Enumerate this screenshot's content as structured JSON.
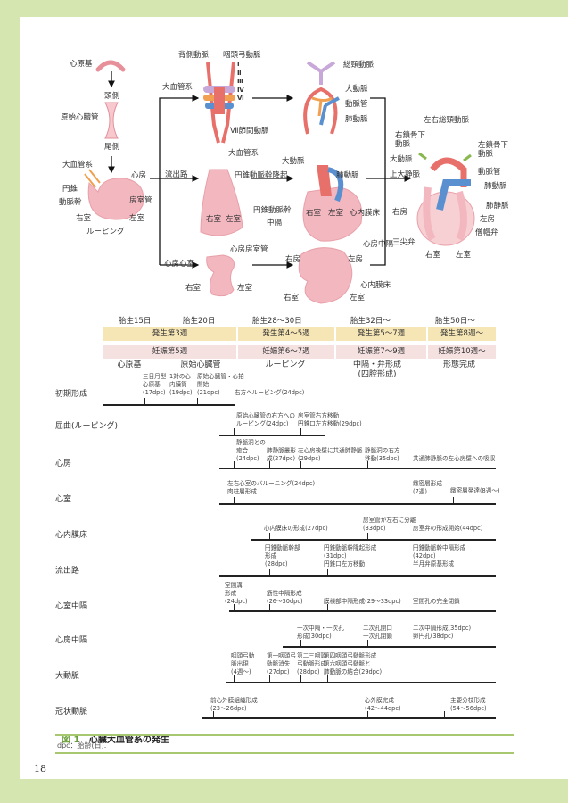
{
  "diagram": {
    "labels": {
      "shingenki": "心原基",
      "tousoku": "頭側",
      "genshi": "原始心臓管",
      "bisoku": "尾側",
      "daikekkan1": "大血管系",
      "shinbou1": "心房",
      "ensui1": "円錐",
      "doumyakukan1": "動脈幹",
      "boushitsukan1": "房室管",
      "ushitsu1": "右室",
      "sashitsu1": "左室",
      "looping": "ルーピング",
      "haisoku": "背側動脈",
      "intokyu": "咽頭弓動脈",
      "roman": "Ⅰ\nⅡ\nⅢ\nⅣ\nⅥ",
      "daikekkan2": "大血管系",
      "setsukan": "Ⅶ節間動脈",
      "soukei": "総頸動脈",
      "daidou1": "大動脈",
      "doumyakukan2": "動脈管",
      "haidou1": "肺動脈",
      "ryushutsuro": "流出路",
      "daikekkan3": "大血管系",
      "ryuki": "円錐動脈幹隆起",
      "daidou2": "大動脈",
      "haidou2": "肺動脈",
      "ensuidoumyakukan": "円錐動脈幹",
      "chukaku": "中隔",
      "ushitsu2": "右室",
      "sashitsu2": "左室",
      "ushitsu3": "右室",
      "sashitsu3": "左室",
      "naimaku1": "心内膜床",
      "shinbouboushitsukan": "心房房室管",
      "shinboushinshitsu": "心房心室",
      "ushitsu4": "右室",
      "sashitsu4": "左室",
      "ubou1": "右房",
      "shinbouchukaku": "心房中隔",
      "sabou1": "左房",
      "naimaku2": "心内膜床",
      "ushitsu5": "右室",
      "sashitsu5": "左室",
      "sayuusoukei": "左右総頸動脈",
      "usakotsu": "右鎖骨下\n動脈",
      "sasakotsu": "左鎖骨下\n動脈",
      "daidou3": "大動脈",
      "doumyakukan3": "動脈管",
      "joudai": "上大静脈",
      "haidou3": "肺動脈",
      "haijou": "肺静脈",
      "ubou2": "右房",
      "sabou2": "左房",
      "souboben": "僧帽弁",
      "sansen": "三尖弁",
      "ushitsu6": "右室",
      "sashitsu6": "左室"
    }
  },
  "stages": {
    "days": [
      "胎生15日",
      "胎生20日",
      "胎生28～30日",
      "胎生32日～",
      "胎生50日～"
    ],
    "development_weeks": [
      "発生第3週",
      "発生第4～5週",
      "発生第5～7週",
      "発生第8週～"
    ],
    "gestation_weeks": [
      "妊娠第5週",
      "妊娠第6～7週",
      "妊娠第7～9週",
      "妊娠第10週～"
    ],
    "names": [
      "心原基",
      "原始心臓管",
      "ルーピング",
      "中隔・弁形成\n(四腔形成)",
      "形態完成"
    ]
  },
  "timeline": [
    {
      "label": "初期形成",
      "events": [
        "三日月型\n心原基\n(17dpc)",
        "1対の心\n内膜筒\n(19dpc)",
        "原始心臓管・心拍\n開始\n(21dpc)",
        "右方へルーピング(24dpc)"
      ]
    },
    {
      "label": "屈曲(ルーピング)",
      "events": [
        "原始心臓管の右方への\nルーピング(24dpc)",
        "房室管右方移動\n円錐口左方移動(29dpc)"
      ]
    },
    {
      "label": "心房",
      "events": [
        "静脈洞との\n癒合\n(24dpc)",
        "肺静脈叢形\n成(27dpc)",
        "左心房後壁に共通肺静脈\n(29dpc)",
        "静脈洞の右方\n移動(35dpc)",
        "共通肺静脈の左心房壁への吸収"
      ]
    },
    {
      "label": "心室",
      "events": [
        "左右心室のバルーニング(24dpc)\n肉柱層形成",
        "緻密層形成\n(7週)",
        "緻密層発達(8週～)"
      ]
    },
    {
      "label": "心内膜床",
      "events": [
        "心内膜床の形成(27dpc)",
        "房室管が左右に分離\n(33dpc)",
        "房室弁の形成開始(44dpc)"
      ]
    },
    {
      "label": "流出路",
      "events": [
        "円錐動脈幹部\n形成\n(28dpc)",
        "円錐動脈幹隆起形成\n(31dpc)\n円錐口左方移動",
        "円錐動脈幹中隔形成\n(42dpc)\n半月弁原基形成"
      ]
    },
    {
      "label": "心室中隔",
      "events": [
        "室間溝\n形成\n(24dpc)",
        "筋性中隔形成\n(26～30dpc)",
        "膜様部中隔形成(29～33dpc)",
        "室間孔の完全閉鎖"
      ]
    },
    {
      "label": "心房中隔",
      "events": [
        "一次中隔・一次孔\n形成(30dpc)",
        "二次孔開口\n一次孔閉鎖",
        "二次中隔形成(35dpc)\n卵円孔(38dpc)"
      ]
    },
    {
      "label": "大動脈",
      "events": [
        "咽頭弓動\n脈出現\n(4週～)",
        "第一咽頭弓\n動脈消失\n(27dpc)",
        "第二三咽頭\n弓動脈形成\n(28dpc)",
        "第四咽頭弓動脈形成\n第六咽頭弓動脈と\n肺動脈の結合(29dpc)"
      ]
    },
    {
      "label": "冠状動脈",
      "events": [
        "前心外膜組織形成\n(23～26dpc)",
        "心外膜完成\n(42～44dpc)",
        "主要分枝形成\n(54～56dpc)"
      ]
    }
  ],
  "caption": {
    "number": "図 1",
    "title": "心臓大血管系の発生",
    "note": "dpc：胎齢(日)."
  },
  "page_number": "18"
}
